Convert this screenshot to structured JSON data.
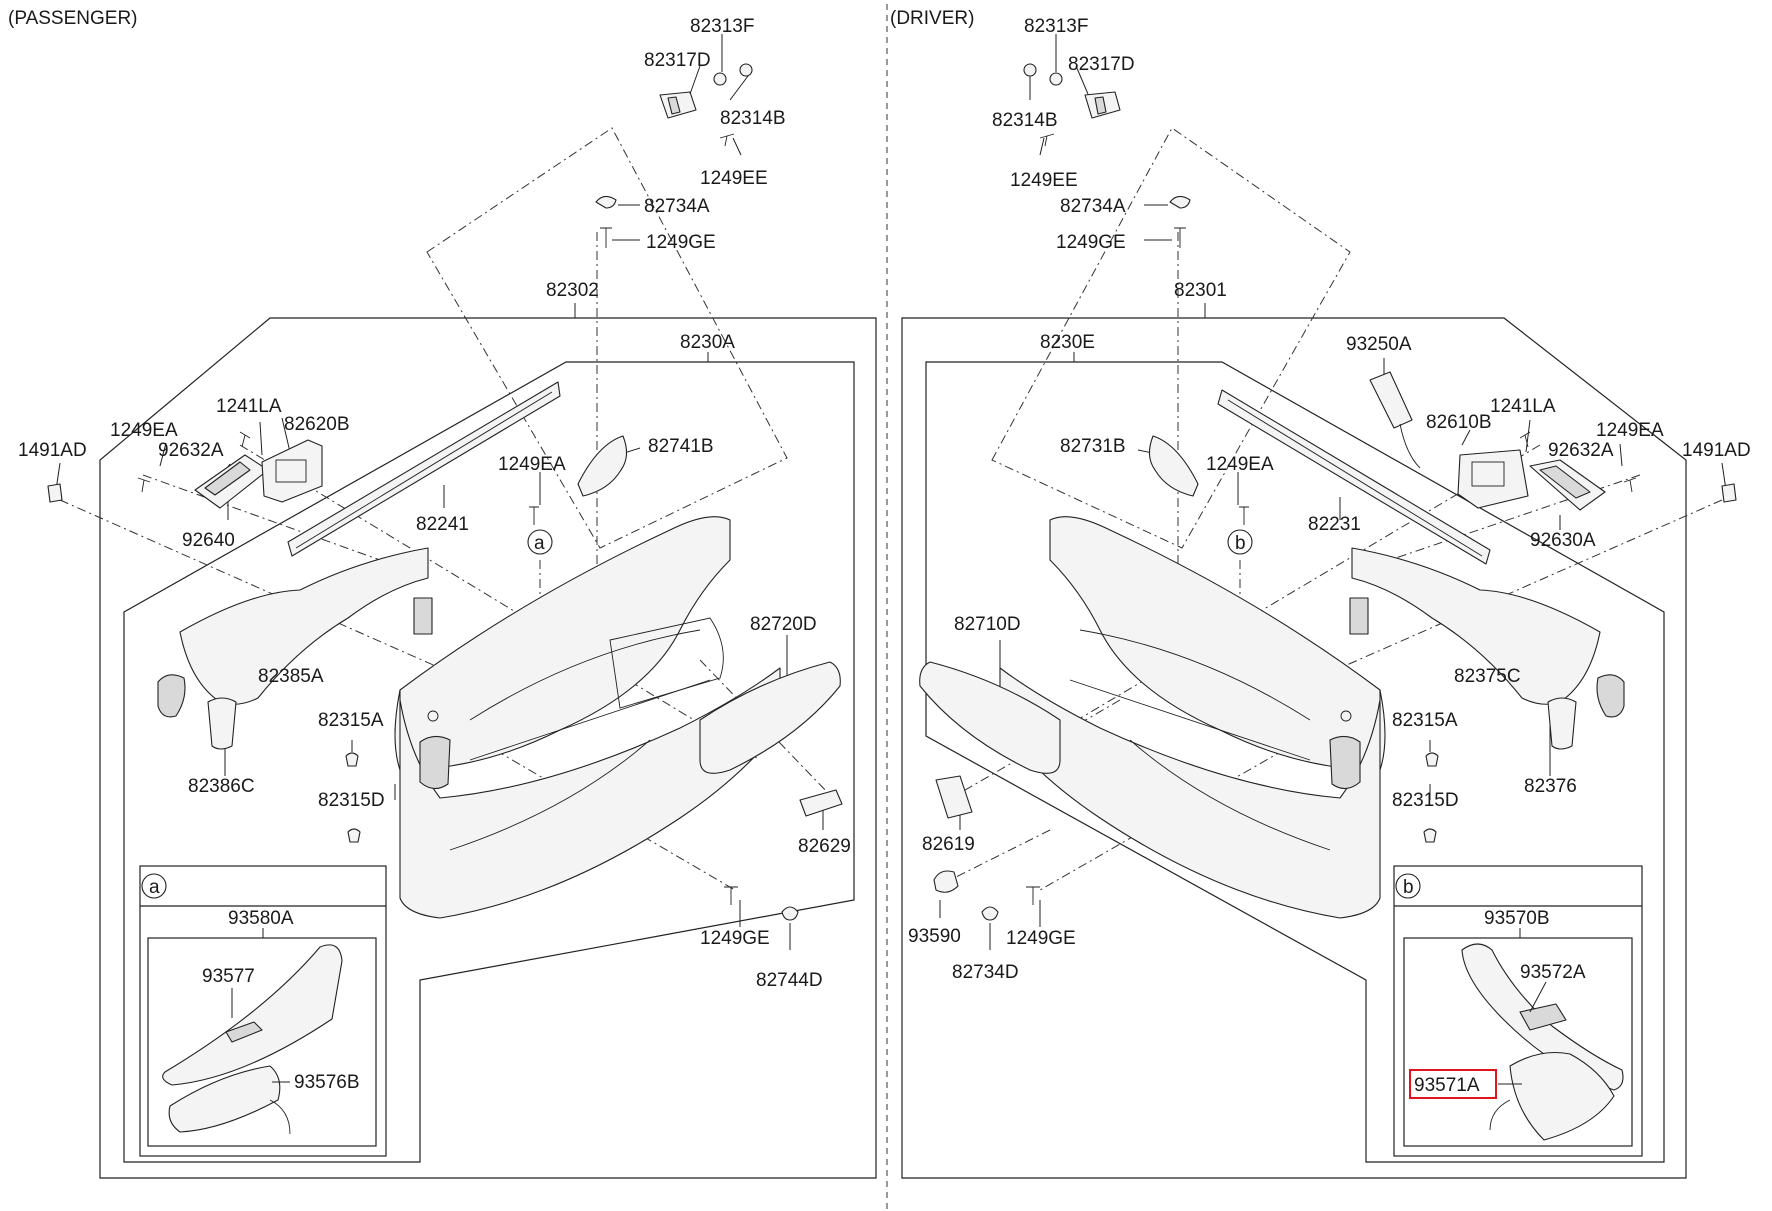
{
  "headers": {
    "passenger": "(PASSENGER)",
    "driver": "(DRIVER)"
  },
  "passenger": {
    "p82313F": "82313F",
    "p82317D": "82317D",
    "p82314B": "82314B",
    "p1249EE": "1249EE",
    "p82734A": "82734A",
    "p1249GE_top": "1249GE",
    "p82302": "82302",
    "p8230A": "8230A",
    "p1241LA": "1241LA",
    "p82620B": "82620B",
    "p1249EA_left": "1249EA",
    "p92632A": "92632A",
    "p1491AD": "1491AD",
    "p92640": "92640",
    "p82241": "82241",
    "p82741B": "82741B",
    "p1249EA_mid": "1249EA",
    "p_circle_a": "a",
    "p82720D": "82720D",
    "p82385A": "82385A",
    "p82315A": "82315A",
    "p82386C": "82386C",
    "p82315D": "82315D",
    "p82629": "82629",
    "p1249GE_bottom": "1249GE",
    "p82744D": "82744D",
    "inset": {
      "tag": "a",
      "assembly": "93580A",
      "part1": "93577",
      "part2": "93576B"
    }
  },
  "driver": {
    "d82313F": "82313F",
    "d82317D": "82317D",
    "d82314B": "82314B",
    "d1249EE": "1249EE",
    "d82734A": "82734A",
    "d1249GE_top": "1249GE",
    "d82301": "82301",
    "d8230E": "8230E",
    "d93250A": "93250A",
    "d82731B": "82731B",
    "d1249EA_mid": "1249EA",
    "d82610B": "82610B",
    "d1241LA": "1241LA",
    "d1249EA_right": "1249EA",
    "d92632A": "92632A",
    "d1491AD": "1491AD",
    "d82231": "82231",
    "d_circle_b": "b",
    "d92630A": "92630A",
    "d82710D": "82710D",
    "d82375C": "82375C",
    "d82315A": "82315A",
    "d82376": "82376",
    "d82315D": "82315D",
    "d82619": "82619",
    "d93590": "93590",
    "d1249GE_bottom": "1249GE",
    "d82734D": "82734D",
    "inset": {
      "tag": "b",
      "assembly": "93570B",
      "part1": "93572A",
      "part2": "93571A"
    }
  },
  "highlight_color": "#e0141e"
}
